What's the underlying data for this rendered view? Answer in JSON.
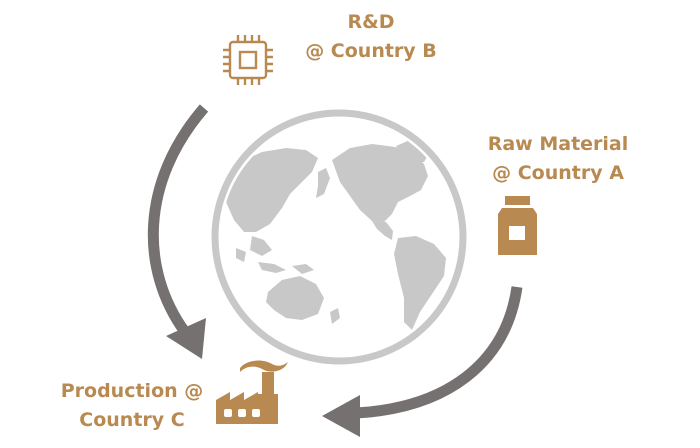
{
  "nodes": {
    "rd": {
      "line1": "R&D",
      "line2": "@ Country B",
      "icon": "chip-icon"
    },
    "raw": {
      "line1": "Raw Material",
      "line2": "@ Country A",
      "icon": "jar-icon"
    },
    "production": {
      "line1": "Production @",
      "line2": "Country C",
      "icon": "factory-icon"
    }
  },
  "center": {
    "icon": "globe-icon"
  },
  "colors": {
    "label": "#b88a52",
    "icon": "#b88a52",
    "arrow": "#767171",
    "globe": "#c8c8c8"
  }
}
